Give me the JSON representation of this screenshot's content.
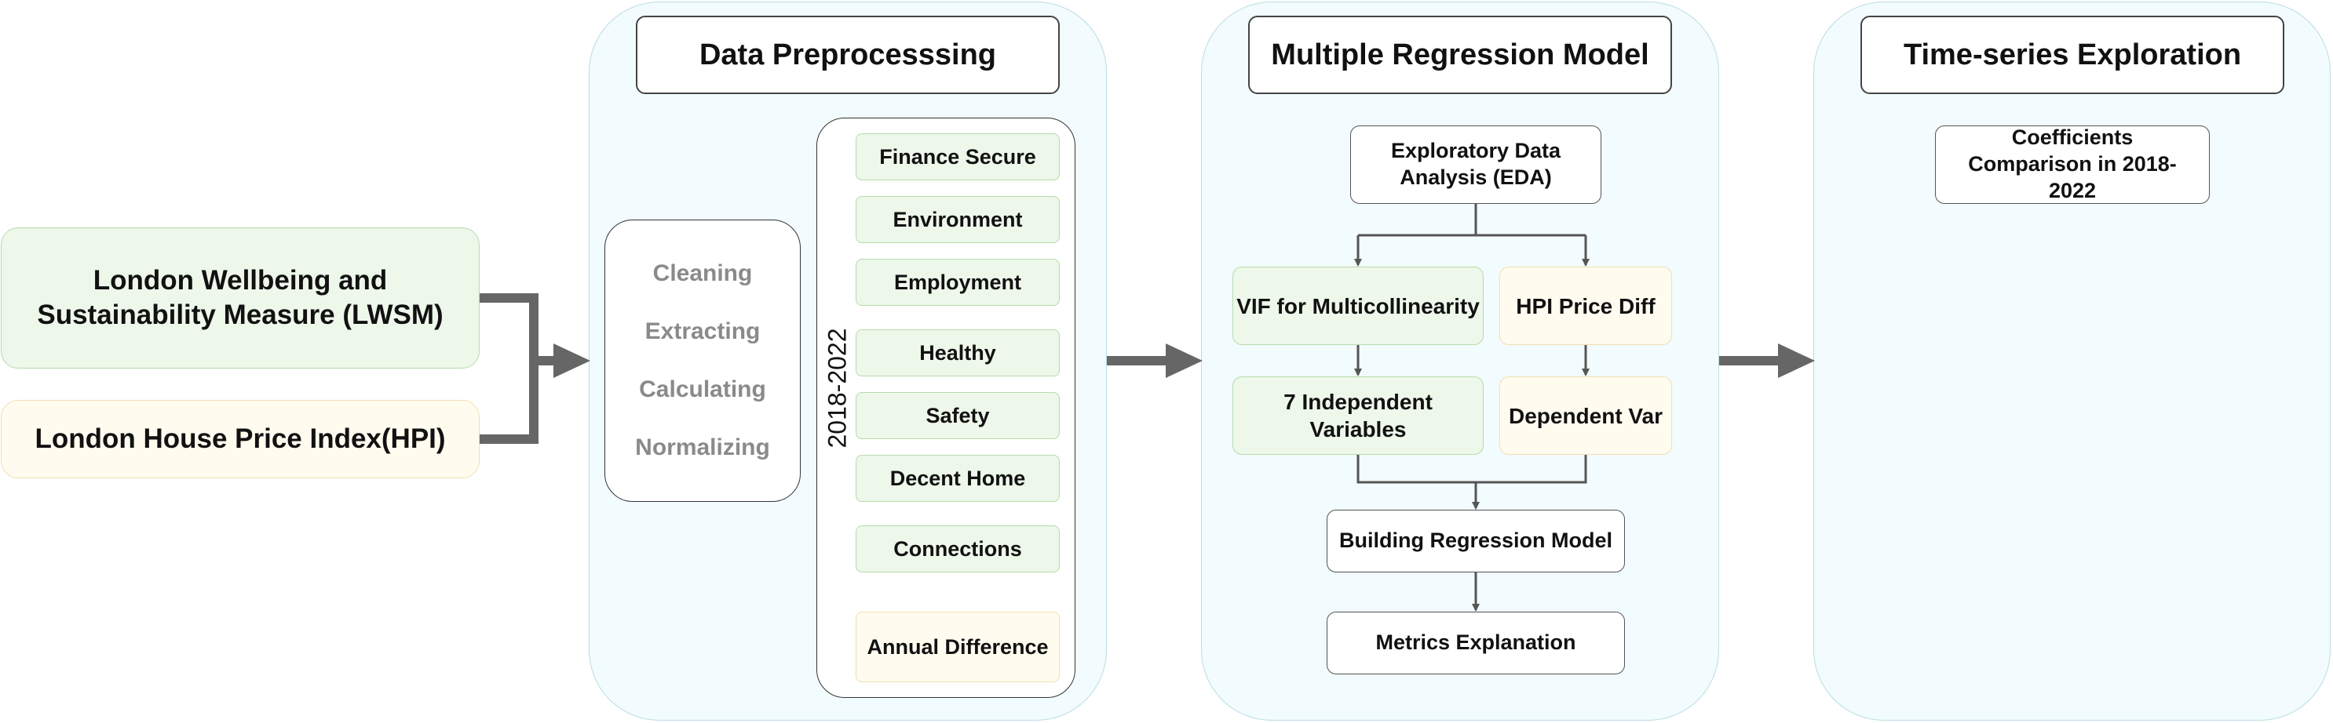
{
  "inputs": {
    "lwsm": "London Wellbeing and Sustainability Measure (LWSM)",
    "hpi": "London House Price Index(HPI)"
  },
  "preprocessing": {
    "title": "Data Preprocesssing",
    "steps": [
      "Cleaning",
      "Extracting",
      "Calculating",
      "Normalizing"
    ],
    "years": "2018-2022",
    "categories": [
      "Finance Secure",
      "Environment",
      "Employment",
      "Healthy",
      "Safety",
      "Decent Home",
      "Connections"
    ],
    "annual_difference": "Annual Difference"
  },
  "regression": {
    "title": "Multiple Regression Model",
    "eda": "Exploratory Data Analysis (EDA)",
    "vif": "VIF for Multicollinearity",
    "hpi_diff": "HPI Price Diff",
    "independent": "7 Independent Variables",
    "dependent": "Dependent Var",
    "building": "Building Regression Model",
    "metrics": "Metrics Explanation"
  },
  "timeseries": {
    "title": "Time-series Exploration",
    "coefficients": "Coefficients Comparison in 2018-2022"
  },
  "colors": {
    "panel_fill": "#f2fbfd",
    "green_fill": "#edf7ea",
    "yellow_fill": "#fffbef",
    "arrow": "#666666"
  }
}
